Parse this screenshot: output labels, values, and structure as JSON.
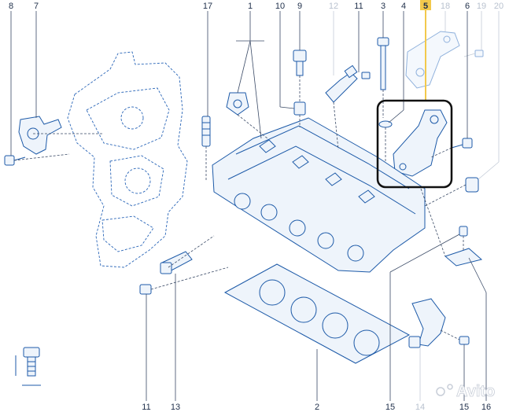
{
  "diagram": {
    "callouts": {
      "c1": "1",
      "c2": "2",
      "c3": "3",
      "c4": "4",
      "c5": "5",
      "c6": "6",
      "c7": "7",
      "c8": "8",
      "c9": "9",
      "c10": "10",
      "c11_top": "11",
      "c11_bottom": "11",
      "c12": "12",
      "c13": "13",
      "c14": "14",
      "c15_right": "15",
      "c15_center": "15",
      "c16": "16",
      "c17": "17",
      "c18": "18",
      "c19": "19",
      "c20": "20"
    },
    "highlight_callout": "5",
    "colors": {
      "line_art": "#1d5aa8",
      "highlight_box": "#111111",
      "highlight_tag": "#f2c94c",
      "dim_callout": "#b9c2cf"
    },
    "watermark": "Avito",
    "icon_names": [
      "cylinder-head",
      "timing-cover",
      "head-gasket",
      "bracket",
      "bolt",
      "sensor",
      "camshaft-plug"
    ]
  }
}
